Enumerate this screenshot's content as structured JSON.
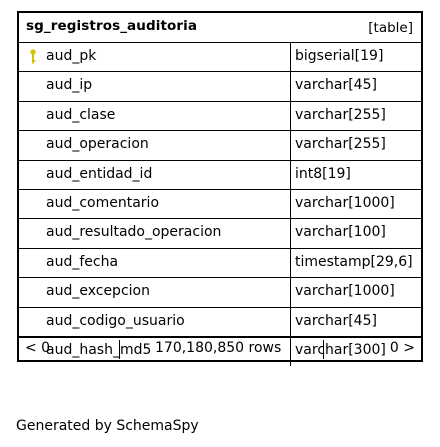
{
  "table": {
    "name": "sg_registros_auditoria",
    "kind": "[table]",
    "columns": [
      {
        "name": "aud_pk",
        "type": "bigserial[19]",
        "primary_key": true
      },
      {
        "name": "aud_ip",
        "type": "varchar[45]"
      },
      {
        "name": "aud_clase",
        "type": "varchar[255]"
      },
      {
        "name": "aud_operacion",
        "type": "varchar[255]"
      },
      {
        "name": "aud_entidad_id",
        "type": "int8[19]"
      },
      {
        "name": "aud_comentario",
        "type": "varchar[1000]"
      },
      {
        "name": "aud_resultado_operacion",
        "type": "varchar[100]"
      },
      {
        "name": "aud_fecha",
        "type": "timestamp[29,6]"
      },
      {
        "name": "aud_excepcion",
        "type": "varchar[1000]"
      },
      {
        "name": "aud_codigo_usuario",
        "type": "varchar[45]"
      },
      {
        "name": "aud_hash_md5",
        "type": "varchar[300]"
      }
    ],
    "footer": {
      "parents": "< 0",
      "rows": "170,180,850 rows",
      "children": "0 >"
    }
  },
  "generated_by": "Generated by SchemaSpy",
  "icons": {
    "primary_key": "key-icon"
  },
  "colors": {
    "key_icon": "#d4c200"
  }
}
